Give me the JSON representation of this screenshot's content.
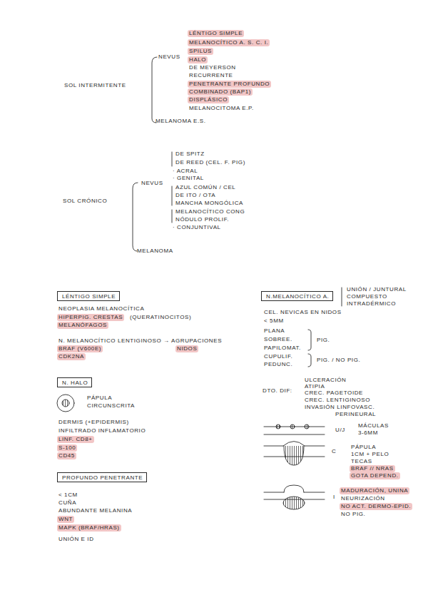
{
  "diagram": {
    "nodes": [
      {
        "text": [
          "LÉNTIGO SIMPLE"
        ]
      },
      {
        "text": [
          "N. HALO"
        ]
      },
      {
        "text": [
          "PROFUNDO PENETRANTE"
        ]
      },
      {
        "text": [
          "N.MELANOCÍTICO A."
        ]
      }
    ],
    "labels": [
      "SOL INTERMITENTE",
      "NEVUS",
      "LÉNTIGO SIMPLE",
      "MELANOCÍTICO A. S. C. I.",
      "SPILUS",
      "HALO",
      "DE MEYERSON",
      "RECURRENTE",
      "PENETRANTE PROFUNDO",
      "COMBINADO (BAP1)",
      "DISPLÁSICO",
      "MELANOCITOMA E.P.",
      "MELANOMA E.S.",
      "SOL CRÓNICO",
      "NEVUS",
      "DE SPITZ",
      "DE REED (CEL. F. PIG)",
      "· ACRAL",
      "· GENITAL",
      "AZUL COMÚN / CEL",
      "DE ITO / OTA",
      "MANCHA MONGÓLICA",
      "MELANOCÍTICO CONG",
      "NÓDULO PROLIF.",
      "· CONJUNTIVAL",
      "MELANOMA",
      "NEOPLASIA MELANOCÍTICA",
      "HIPERPIG. CRESTAS",
      "(QUERATINOCITOS)",
      "MELANÓFAGOS",
      "N. MELANOCÍTICO LENTIGINOSO → AGRUPACIONES",
      "NIDOS",
      "BRAF (V600E)",
      "CDK2NA",
      "PÁPULA",
      "CIRCUNSCRITA",
      "DERMIS (+EPIDERMIS)",
      "INFILTRADO INFLAMATORIO",
      "LINF. CD8+",
      "S-100",
      "CD45",
      "< 1CM",
      "CUÑA",
      "ABUNDANTE MELANINA",
      "WNT",
      "MAPK (BRAF/HRAS)",
      "UNIÓN E ID",
      "UNIÓN / JUNTURAL",
      "COMPUESTO",
      "INTRADÉRMICO",
      "CEL. NEVICAS EN NIDOS",
      "< 5MM",
      "PLANA",
      "SOBREE.",
      "PAPILOMAT.",
      "PIG.",
      "CUPULIF.",
      "PEDUNC.",
      "PIG. / NO PIG.",
      "DTO. DIF:",
      "ULCERACIÓN",
      "ATIPIA",
      "CREC. PAGETOIDE",
      "CREC. LENTIGINOSO",
      "INVASIÓN LINFOVASC.",
      "PERINEURAL",
      "U/J",
      "MÁCULAS",
      "3-6MM",
      "C",
      "PÁPULA",
      "1CM + PELO",
      "TECAS",
      "BRAF // NRAS",
      "GOTA DEPEND.",
      "I",
      "MADURACIÓN, UNINA",
      "NEURIZACIÓN",
      "NO ACT. DERMO-EPID.",
      "NO PIG."
    ]
  }
}
